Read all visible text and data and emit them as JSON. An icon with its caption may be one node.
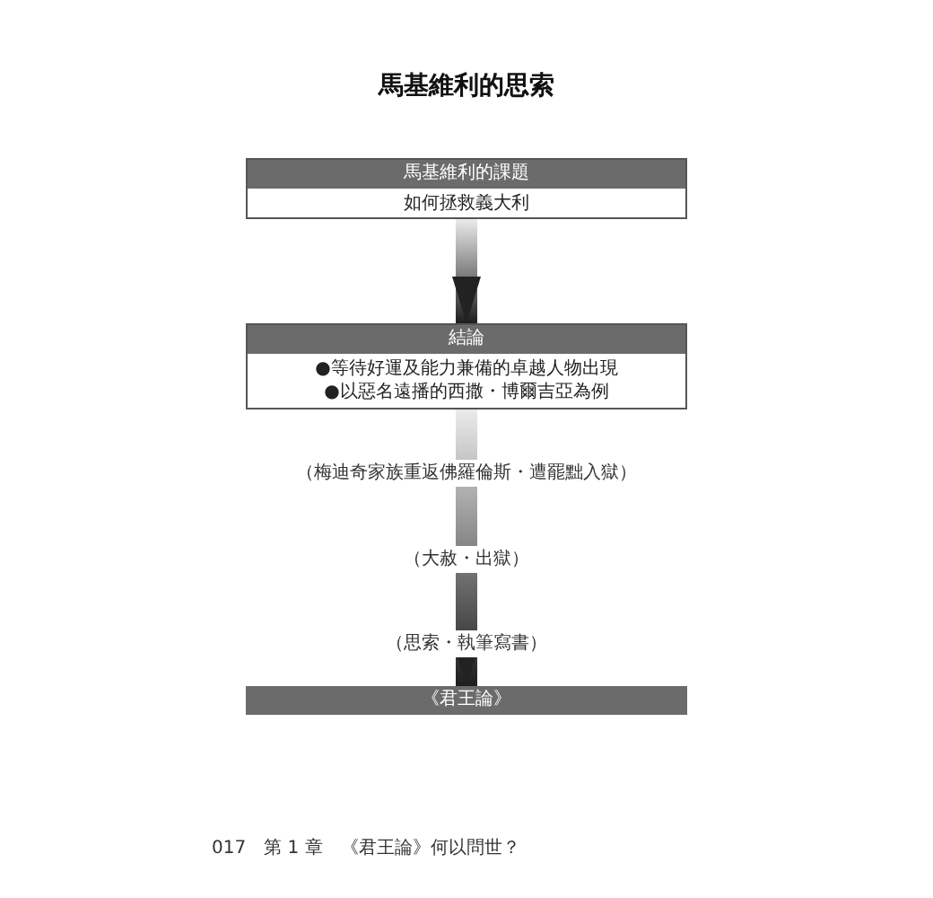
{
  "diagram": {
    "title": "馬基維利的思索",
    "nodes": [
      {
        "text": [
          "馬基維利的課題",
          "如何拯救義大利"
        ]
      },
      {
        "text": [
          "結論",
          "●等待好運及能力兼備的卓越人物出現",
          "●以惡名遠播的西撒・博爾吉亞為例"
        ]
      },
      {
        "text": [
          "（梅迪奇家族重返佛羅倫斯・遭罷黜入獄）"
        ]
      },
      {
        "text": [
          "（大赦・出獄）"
        ]
      },
      {
        "text": [
          "（思索・執筆寫書）"
        ]
      },
      {
        "text": [
          "《君王論》"
        ]
      }
    ],
    "edges": [
      {
        "from": 0,
        "to": 1,
        "arrow": "to"
      },
      {
        "from": 1,
        "to": 2,
        "arrow": "none"
      },
      {
        "from": 2,
        "to": 3,
        "arrow": "none"
      },
      {
        "from": 3,
        "to": 4,
        "arrow": "none"
      },
      {
        "from": 4,
        "to": 5,
        "arrow": "to"
      }
    ],
    "labels": [
      "017　第 1 章　《君王論》何以問世？"
    ]
  }
}
